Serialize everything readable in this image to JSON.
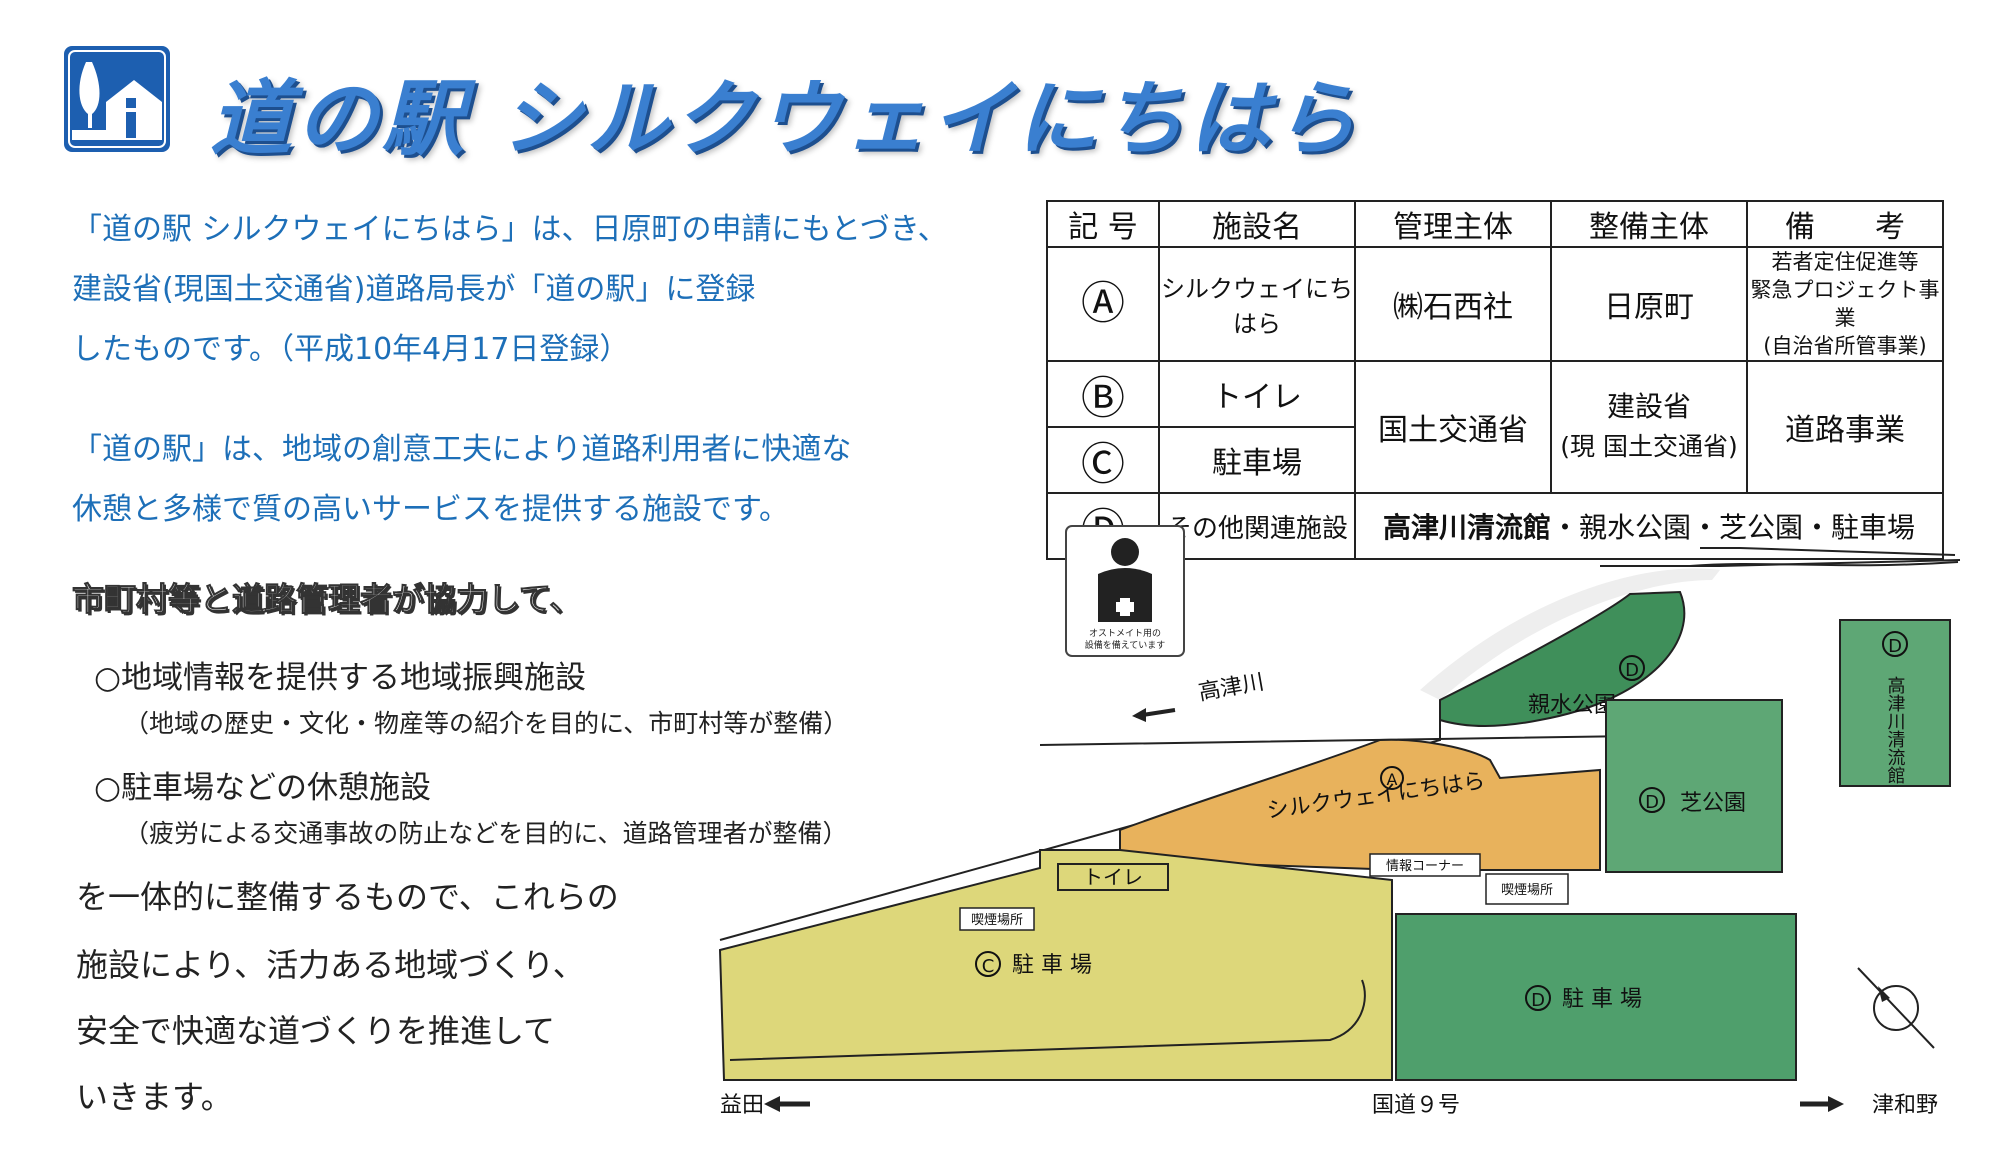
{
  "title": "道の駅 シルクウェイにちはら",
  "intro": {
    "lines1": [
      "「道の駅 シルクウェイにちはら」は、日原町の申請にもとづき、",
      "建設省(現国土交通省)道路局長が「道の駅」に登録",
      "したものです。（平成10年4月17日登録）"
    ],
    "lines2": [
      "「道の駅」は、地域の創意工夫により道路利用者に快適な",
      "休憩と多様で質の高いサービスを提供する施設です。"
    ]
  },
  "cooperate": "市町村等と道路管理者が協力して、",
  "items": [
    {
      "title": "○地域情報を提供する地域振興施設",
      "note": "（地域の歴史・文化・物産等の紹介を目的に、市町村等が整備）"
    },
    {
      "title": "○駐車場などの休憩施設",
      "note": "（疲労による交通事故の防止などを目的に、道路管理者が整備）"
    }
  ],
  "closing": [
    "を一体的に整備するもので、これらの",
    "施設により、活力ある地域づくり、",
    "安全で快適な道づくりを推進して",
    "いきます。"
  ],
  "table": {
    "headers": [
      "記 号",
      "施設名",
      "管理主体",
      "整備主体",
      "備　　考"
    ],
    "rowA": {
      "symbol": "Ⓐ",
      "name": "シルクウェイにちはら",
      "manager": "㈱石西社",
      "builder": "日原町",
      "note": [
        "若者定住促進等",
        "緊急プロジェクト事業",
        "(自治省所管事業)"
      ]
    },
    "rowB": {
      "symbol": "Ⓑ",
      "name": "トイレ"
    },
    "rowC": {
      "symbol": "Ⓒ",
      "name": "駐車場"
    },
    "rowBC": {
      "manager": "国土交通省",
      "builder": [
        "建設省",
        "(現 国土交通省)"
      ],
      "note": "道路事業"
    },
    "rowD": {
      "symbol": "Ⓓ",
      "name": "その他関連施設",
      "facilities_bold": "高津川清流館",
      "facilities_rest": "・親水公園・芝公園・駐車場"
    }
  },
  "map": {
    "ostomy_note": [
      "オストメイト用の",
      "設備を備えています"
    ],
    "river": "高津川",
    "shinsui": "親水公園",
    "shiba": "芝公園",
    "seiryukan": "高津川清流館",
    "station": "シルクウェイにちはら",
    "info_corner": "情報コーナー",
    "smoking1": "喫煙場所",
    "smoking2": "喫煙場所",
    "toilet": "トイレ",
    "parking_c": "駐 車 場",
    "parking_d": "駐 車 場",
    "left_dest": "益田",
    "route": "国道９号",
    "right_dest": "津和野",
    "symA": "A",
    "symC": "C",
    "symD": "D"
  },
  "colors": {
    "title": "#3a7fd0",
    "text_blue": "#1d6fb8",
    "parking_c": "#ddd77a",
    "station": "#e8b25c",
    "park_green": "#3f8f5a",
    "shiba_green": "#5ea775",
    "parking_d": "#4f9f6c"
  }
}
